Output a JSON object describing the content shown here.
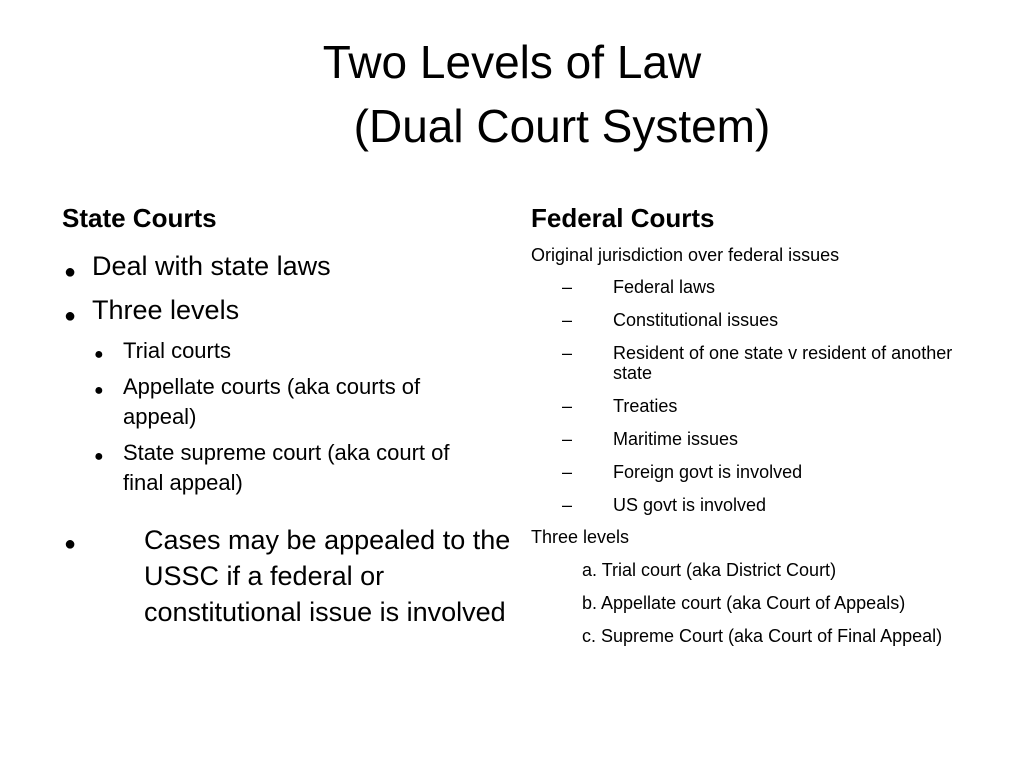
{
  "slide": {
    "title_line1": "Two Levels of Law",
    "title_line2": "(Dual Court System)"
  },
  "state_courts": {
    "heading": "State Courts",
    "bullets": [
      "Deal with state laws",
      "Three levels"
    ],
    "sub_bullets": [
      "Trial courts",
      "Appellate courts (aka courts of appeal)",
      "State supreme court (aka court of final appeal)"
    ],
    "cases_note": "Cases may be appealed to the USSC if a federal or constitutional issue is involved"
  },
  "federal_courts": {
    "heading": "Federal Courts",
    "intro": "Original jurisdiction over federal issues",
    "dash_symbol": "–",
    "issues": [
      "Federal laws",
      "Constitutional issues",
      "Resident of one state v resident of another state",
      "Treaties",
      "Maritime issues",
      "Foreign govt is involved",
      "US govt is involved"
    ],
    "three_levels_label": "Three levels",
    "levels": [
      "a. Trial court (aka District Court)",
      "b.  Appellate court (aka Court of Appeals)",
      "c.  Supreme Court (aka Court of Final Appeal)"
    ]
  },
  "bullet_symbol": "●"
}
